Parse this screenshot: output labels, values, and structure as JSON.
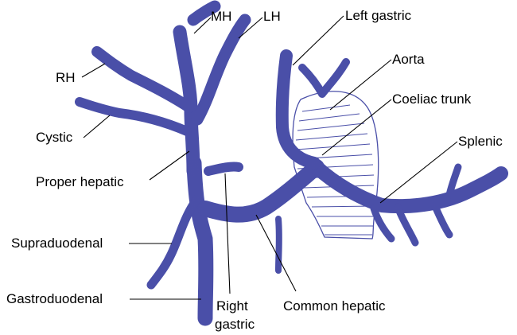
{
  "figure": {
    "vessel_color": "#4a4fa8",
    "label_color": "#000000",
    "labels": {
      "mh": "MH",
      "lh": "LH",
      "left_gastric": "Left gastric",
      "rh": "RH",
      "aorta": "Aorta",
      "coeliac_trunk": "Coeliac trunk",
      "cystic": "Cystic",
      "splenic": "Splenic",
      "proper_hepatic": "Proper hepatic",
      "supraduodenal": "Supraduodenal",
      "gastroduodenal": "Gastroduodenal",
      "right_gastric_line1": "Right",
      "right_gastric_line2": "gastric",
      "common_hepatic": "Common hepatic"
    }
  }
}
